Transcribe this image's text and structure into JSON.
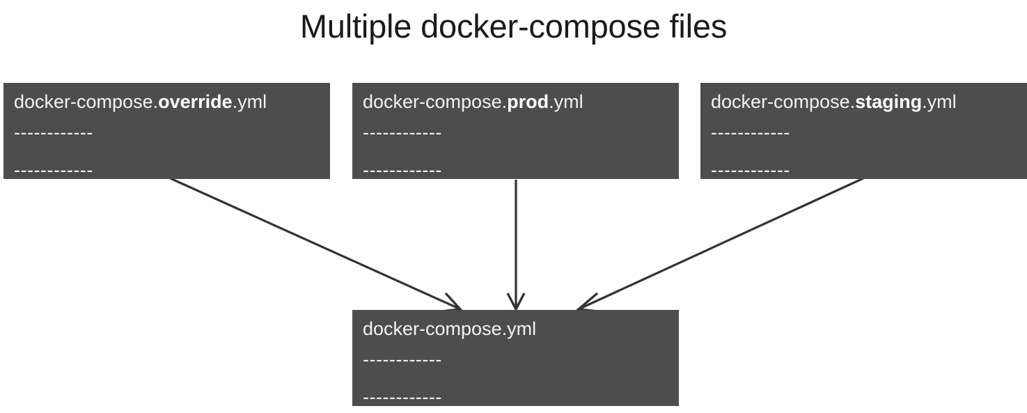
{
  "title": "Multiple docker-compose files",
  "theme": {
    "background": "#ffffff",
    "box_fill": "#4d4d4d",
    "box_text": "#f2f2f2",
    "title_color": "#1a1a1a",
    "arrow_color": "#333333"
  },
  "boxes": {
    "override": {
      "prefix": "docker-compose.",
      "emphasis": "override",
      "suffix": ".yml",
      "line1": "------------",
      "line2": "------------"
    },
    "prod": {
      "prefix": "docker-compose.",
      "emphasis": "prod",
      "suffix": ".yml",
      "line1": "------------",
      "line2": "------------"
    },
    "staging": {
      "prefix": "docker-compose.",
      "emphasis": "staging",
      "suffix": ".yml",
      "line1": "------------",
      "line2": "------------"
    },
    "base": {
      "prefix": "docker-compose.yml",
      "emphasis": "",
      "suffix": "",
      "line1": "------------",
      "line2": "------------"
    }
  },
  "arrows": [
    {
      "name": "override-to-base",
      "from": "docker-compose.override.yml",
      "to": "docker-compose.yml"
    },
    {
      "name": "prod-to-base",
      "from": "docker-compose.prod.yml",
      "to": "docker-compose.yml"
    },
    {
      "name": "staging-to-base",
      "from": "docker-compose.staging.yml",
      "to": "docker-compose.yml"
    }
  ]
}
